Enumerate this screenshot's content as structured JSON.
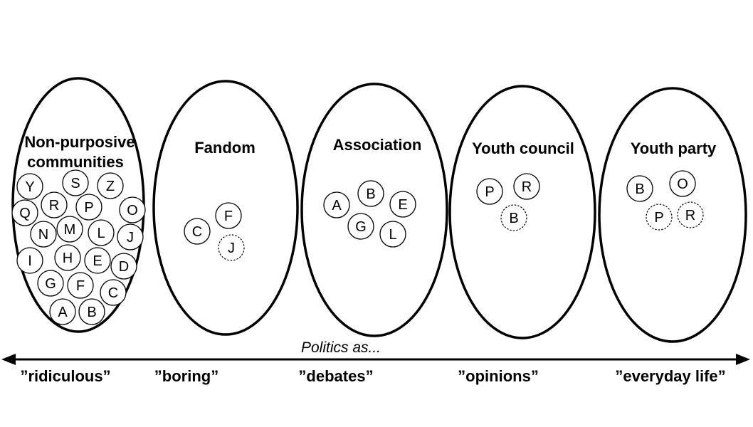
{
  "diagram": {
    "groups": [
      {
        "id": "non-purposive",
        "title": [
          "Non-purposive",
          "communities"
        ],
        "members": [
          {
            "label": "Y",
            "dashed": false
          },
          {
            "label": "S",
            "dashed": false
          },
          {
            "label": "Z",
            "dashed": false
          },
          {
            "label": "Q",
            "dashed": false
          },
          {
            "label": "R",
            "dashed": false
          },
          {
            "label": "P",
            "dashed": false
          },
          {
            "label": "O",
            "dashed": false
          },
          {
            "label": "N",
            "dashed": false
          },
          {
            "label": "M",
            "dashed": false
          },
          {
            "label": "L",
            "dashed": false
          },
          {
            "label": "J",
            "dashed": false
          },
          {
            "label": "I",
            "dashed": false
          },
          {
            "label": "H",
            "dashed": false
          },
          {
            "label": "E",
            "dashed": false
          },
          {
            "label": "D",
            "dashed": false
          },
          {
            "label": "G",
            "dashed": false
          },
          {
            "label": "F",
            "dashed": false
          },
          {
            "label": "C",
            "dashed": false
          },
          {
            "label": "A",
            "dashed": false
          },
          {
            "label": "B",
            "dashed": false
          }
        ]
      },
      {
        "id": "fandom",
        "title": [
          "Fandom"
        ],
        "members": [
          {
            "label": "F",
            "dashed": false
          },
          {
            "label": "C",
            "dashed": false
          },
          {
            "label": "J",
            "dashed": true
          }
        ]
      },
      {
        "id": "association",
        "title": [
          "Association"
        ],
        "members": [
          {
            "label": "B",
            "dashed": false
          },
          {
            "label": "A",
            "dashed": false
          },
          {
            "label": "E",
            "dashed": false
          },
          {
            "label": "G",
            "dashed": false
          },
          {
            "label": "L",
            "dashed": false
          }
        ]
      },
      {
        "id": "youth-council",
        "title": [
          "Youth council"
        ],
        "members": [
          {
            "label": "P",
            "dashed": false
          },
          {
            "label": "R",
            "dashed": false
          },
          {
            "label": "B",
            "dashed": true
          }
        ]
      },
      {
        "id": "youth-party",
        "title": [
          "Youth party"
        ],
        "members": [
          {
            "label": "B",
            "dashed": false
          },
          {
            "label": "O",
            "dashed": false
          },
          {
            "label": "P",
            "dashed": true
          },
          {
            "label": "R",
            "dashed": true
          }
        ]
      }
    ],
    "axis": {
      "caption": "Politics as...",
      "labels": [
        "”ridiculous”",
        "”boring”",
        "”debates”",
        "”opinions”",
        "”everyday life”"
      ]
    }
  }
}
